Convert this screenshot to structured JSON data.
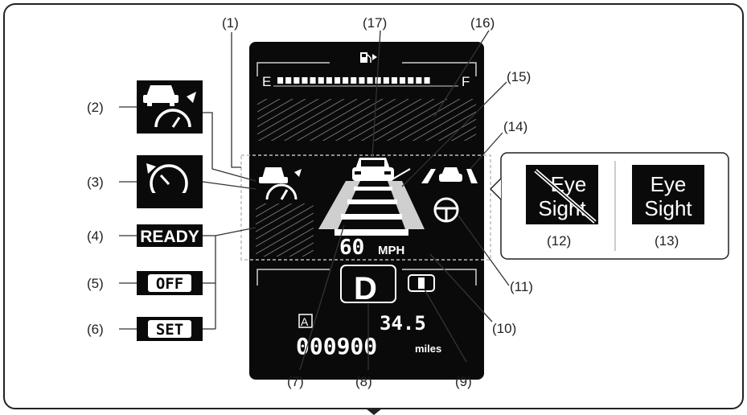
{
  "callouts": {
    "c1": "(1)",
    "c2": "(2)",
    "c3": "(3)",
    "c4": "(4)",
    "c5": "(5)",
    "c6": "(6)",
    "c7": "(7)",
    "c8": "(8)",
    "c9": "(9)",
    "c10": "(10)",
    "c11": "(11)",
    "c12": "(12)",
    "c13": "(13)",
    "c14": "(14)",
    "c15": "(15)",
    "c16": "(16)",
    "c17": "(17)"
  },
  "fuel_gauge": {
    "empty_label": "E",
    "full_label": "F",
    "level": 0.85
  },
  "icons": {
    "ready": "READY",
    "off": "OFF",
    "set": "SET",
    "eyesight_line1": "Eye",
    "eyesight_line2": "Sight"
  },
  "display": {
    "speed_value": "60",
    "speed_unit": "MPH",
    "gear": "D",
    "trip_label": "A",
    "trip_value": "34.5",
    "odometer": "000900",
    "odometer_unit": "miles"
  },
  "colors": {
    "display_bg": "#0a0a0a",
    "frame": "#222222",
    "leader": "#333333"
  }
}
